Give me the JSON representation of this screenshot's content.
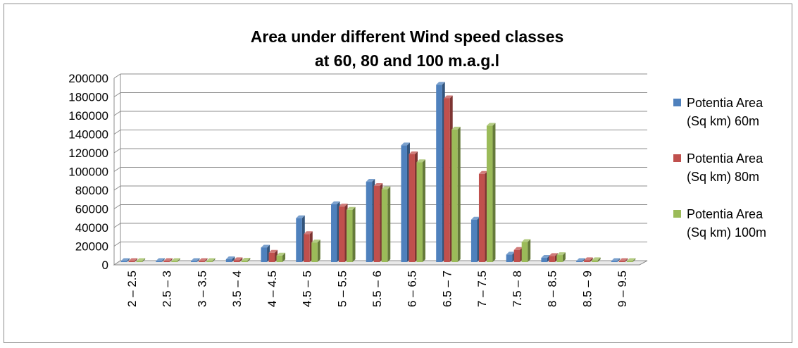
{
  "chart_data": {
    "type": "bar",
    "title_lines": [
      "Area under different Wind speed classes",
      "at 60, 80 and 100 m.a.g.l"
    ],
    "categories": [
      "2 – 2.5",
      "2.5 – 3",
      "3 – 3.5",
      "3.5 – 4",
      "4 – 4.5",
      "4.5 – 5",
      "5 – 5.5",
      "5.5 – 6",
      "6 – 6.5",
      "6.5 – 7",
      "7 – 7.5",
      "7.5 – 8",
      "8 – 8.5",
      "8.5 – 9",
      "9 – 9.5"
    ],
    "series": [
      {
        "name": "Potentia Area (Sq km) 60m",
        "legend_lines": [
          "Potentia Area",
          "(Sq km) 60m"
        ],
        "color": "#4f81bd",
        "values": [
          0,
          300,
          700,
          3000,
          15500,
          47000,
          62000,
          86000,
          125000,
          190000,
          45500,
          8000,
          4500,
          1000,
          0
        ]
      },
      {
        "name": "Potentia Area (Sq km) 80m",
        "legend_lines": [
          "Potentia Area",
          "(Sq km) 80m"
        ],
        "color": "#c0504d",
        "values": [
          0,
          300,
          700,
          2000,
          10000,
          30000,
          59500,
          81500,
          115500,
          175500,
          94500,
          13000,
          6500,
          2000,
          100
        ]
      },
      {
        "name": "Potentia Area (Sq km) 100m",
        "legend_lines": [
          "Potentia Area",
          "(Sq km) 100m"
        ],
        "color": "#9bbb59",
        "values": [
          0,
          300,
          700,
          1500,
          7000,
          21000,
          56000,
          78000,
          107000,
          142000,
          146000,
          21500,
          7500,
          2000,
          300
        ]
      }
    ],
    "y_ticks": [
      "0",
      "20000",
      "40000",
      "60000",
      "80000",
      "100000",
      "120000",
      "140000",
      "160000",
      "180000",
      "200000"
    ],
    "ylim": [
      0,
      200000
    ],
    "legend_position": "right",
    "grid": true
  }
}
